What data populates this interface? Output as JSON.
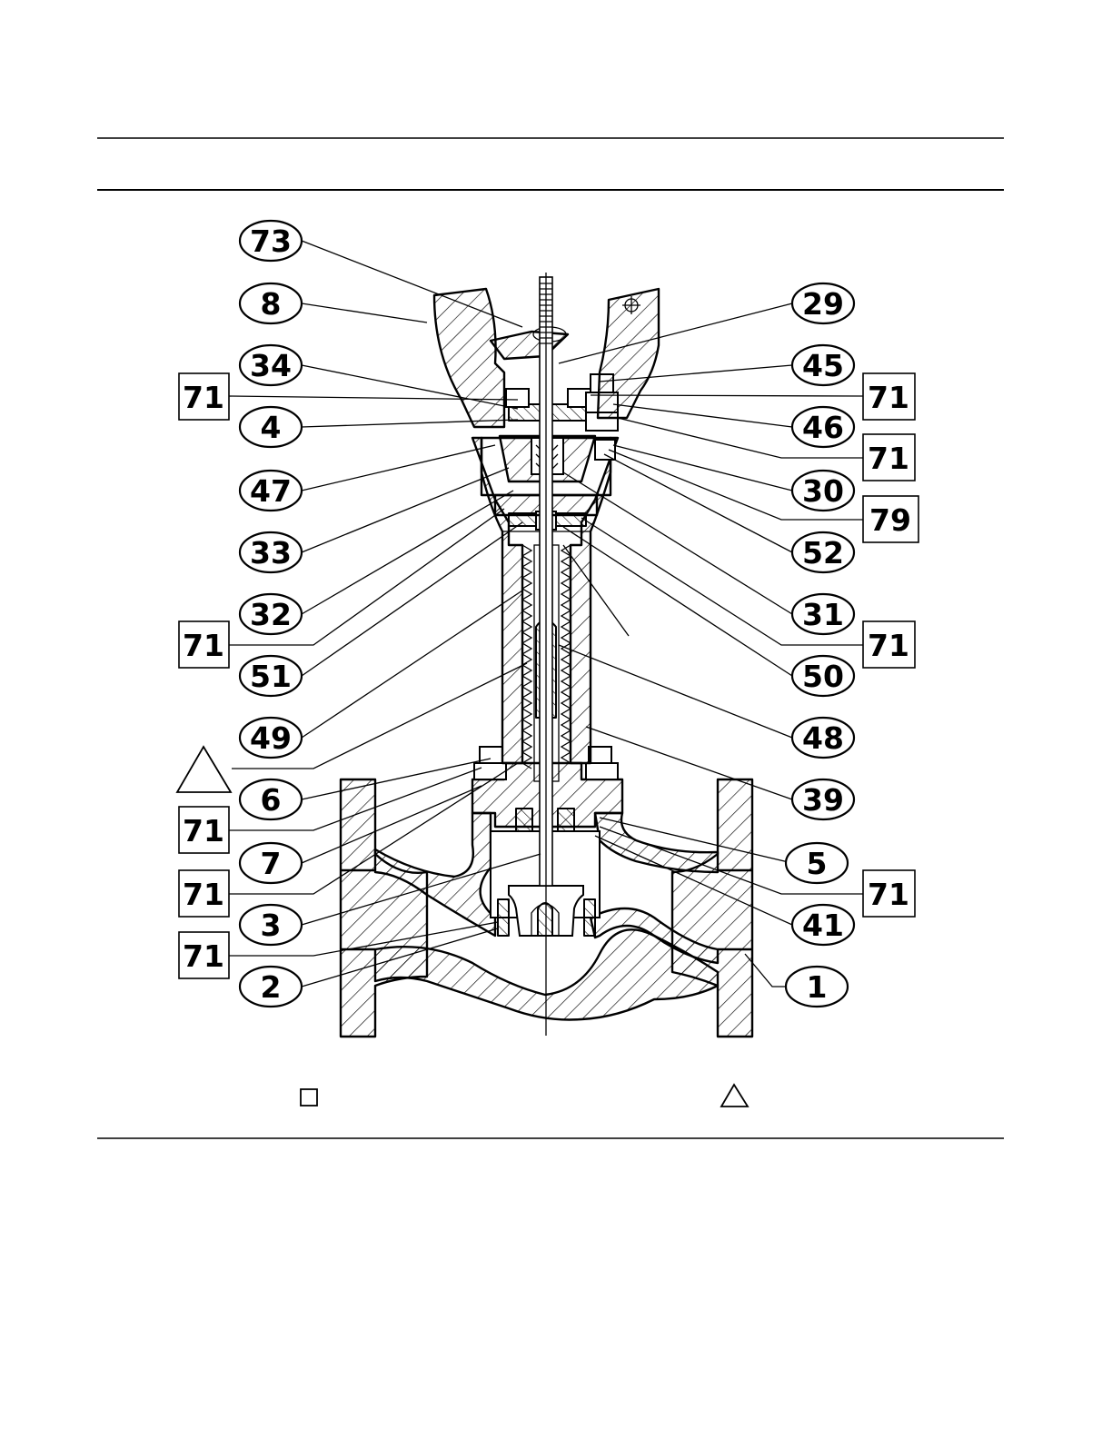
{
  "diagram": {
    "callouts_left": [
      {
        "id": "c73",
        "label": "73"
      },
      {
        "id": "c8",
        "label": "8"
      },
      {
        "id": "c34",
        "label": "34"
      },
      {
        "id": "c4",
        "label": "4"
      },
      {
        "id": "c47",
        "label": "47"
      },
      {
        "id": "c33",
        "label": "33"
      },
      {
        "id": "c32",
        "label": "32"
      },
      {
        "id": "c51",
        "label": "51"
      },
      {
        "id": "c49",
        "label": "49"
      },
      {
        "id": "c6",
        "label": "6"
      },
      {
        "id": "c7",
        "label": "7"
      },
      {
        "id": "c3",
        "label": "3"
      },
      {
        "id": "c2",
        "label": "2"
      }
    ],
    "callouts_right": [
      {
        "id": "c29",
        "label": "29"
      },
      {
        "id": "c45",
        "label": "45"
      },
      {
        "id": "c46",
        "label": "46"
      },
      {
        "id": "c30",
        "label": "30"
      },
      {
        "id": "c52",
        "label": "52"
      },
      {
        "id": "c31",
        "label": "31"
      },
      {
        "id": "c50",
        "label": "50"
      },
      {
        "id": "c48",
        "label": "48"
      },
      {
        "id": "c39",
        "label": "39"
      },
      {
        "id": "c5",
        "label": "5"
      },
      {
        "id": "c41",
        "label": "41"
      },
      {
        "id": "c1",
        "label": "1"
      }
    ],
    "boxed_callouts": [
      {
        "id": "b1",
        "label": "71"
      },
      {
        "id": "b2",
        "label": "71"
      },
      {
        "id": "b3",
        "label": "71"
      },
      {
        "id": "b4",
        "label": "71"
      },
      {
        "id": "b5",
        "label": "71"
      },
      {
        "id": "b6",
        "label": "71"
      },
      {
        "id": "b7",
        "label": "71"
      },
      {
        "id": "b8",
        "label": "71"
      },
      {
        "id": "b9",
        "label": "79"
      },
      {
        "id": "b10",
        "label": "71"
      }
    ],
    "legend": {
      "square_symbol": "square-icon",
      "triangle_symbol": "triangle-icon"
    }
  }
}
